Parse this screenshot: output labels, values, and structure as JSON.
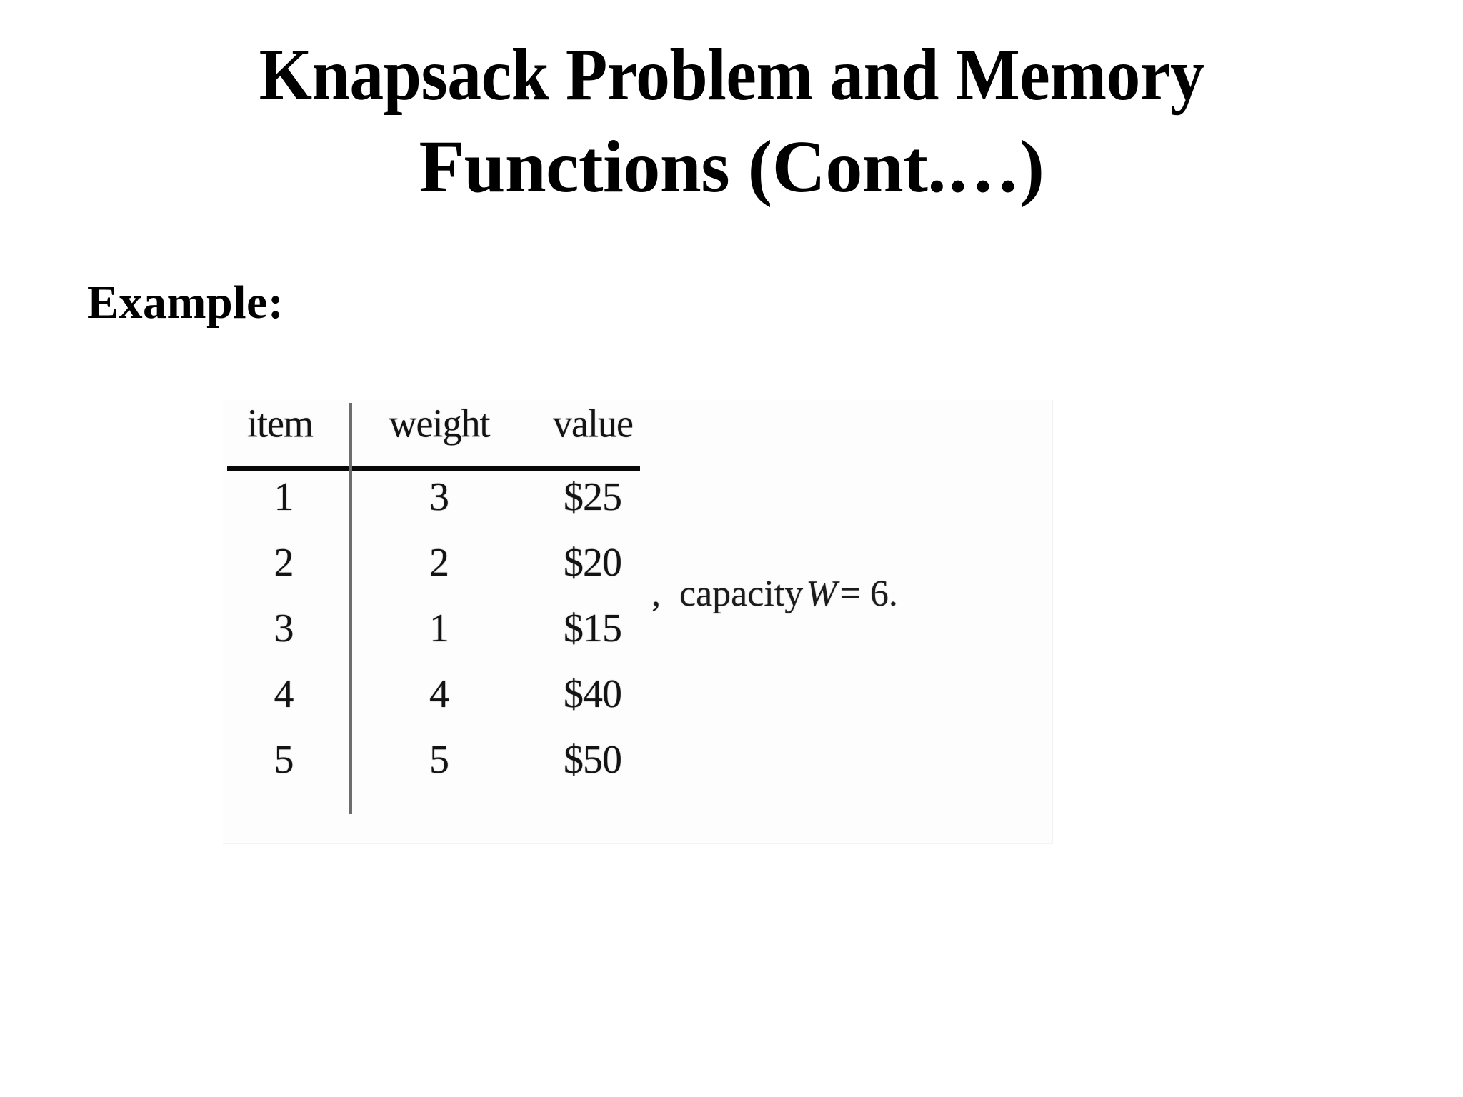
{
  "slide": {
    "background_color": "#ffffff",
    "text_color": "#000000",
    "title": {
      "line1": "Knapsack Problem and Memory",
      "line2": "Functions (Cont.…)"
    },
    "example_label": "Example:"
  },
  "figure": {
    "caption_fragment_comma": ",",
    "capacity_label": "capacity",
    "capacity_variable": "W",
    "capacity_equals": "=",
    "capacity_value": "6.",
    "capacity_text": ", capacity W = 6."
  },
  "chart_data": {
    "type": "table",
    "title": "",
    "columns": [
      "item",
      "weight",
      "value"
    ],
    "rows": [
      {
        "item": "1",
        "weight": "3",
        "value": "$25"
      },
      {
        "item": "2",
        "weight": "2",
        "value": "$20"
      },
      {
        "item": "3",
        "weight": "1",
        "value": "$15"
      },
      {
        "item": "4",
        "weight": "4",
        "value": "$40"
      },
      {
        "item": "5",
        "weight": "5",
        "value": "$50"
      }
    ],
    "weights": [
      3,
      2,
      1,
      4,
      5
    ],
    "values": [
      25,
      20,
      15,
      40,
      50
    ],
    "items": [
      1,
      2,
      3,
      4,
      5
    ],
    "capacity_W": 6,
    "annotations": [
      ", capacity W = 6."
    ],
    "xlabel": "",
    "ylabel": "",
    "grid": false,
    "legend": "none"
  }
}
